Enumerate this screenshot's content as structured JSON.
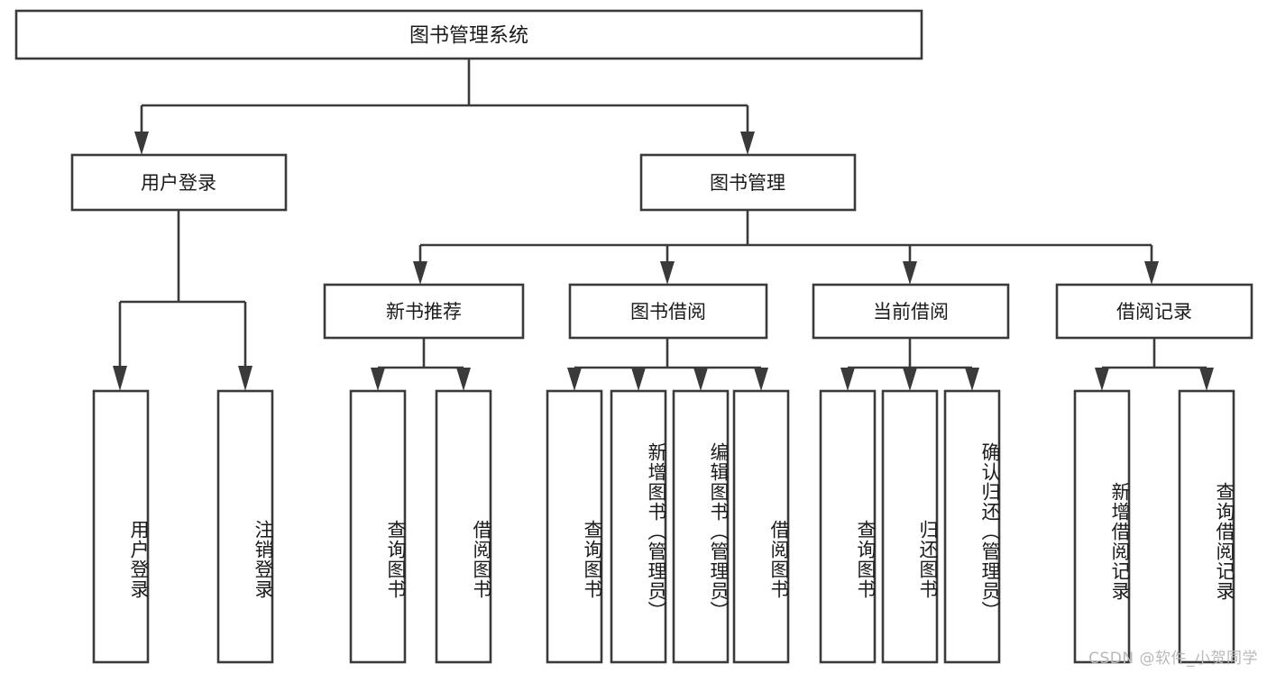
{
  "diagram": {
    "type": "tree-hierarchy-chart",
    "title": "图书管理系统",
    "root": {
      "id": "root",
      "label": "图书管理系统"
    },
    "level2": [
      {
        "id": "user-login",
        "label": "用户登录"
      },
      {
        "id": "book-management",
        "label": "图书管理"
      }
    ],
    "level3": [
      {
        "id": "new-book-recommend",
        "label": "新书推荐",
        "parent": "book-management"
      },
      {
        "id": "book-borrow",
        "label": "图书借阅",
        "parent": "book-management"
      },
      {
        "id": "current-borrow",
        "label": "当前借阅",
        "parent": "book-management"
      },
      {
        "id": "borrow-record",
        "label": "借阅记录",
        "parent": "book-management"
      }
    ],
    "leaves": {
      "user-login": [
        {
          "id": "leaf-user-login",
          "label": "用户登录"
        },
        {
          "id": "leaf-logout-login",
          "label": "注销登录"
        }
      ],
      "new-book-recommend": [
        {
          "id": "leaf-query-book-1",
          "label": "查询图书"
        },
        {
          "id": "leaf-borrow-book-1",
          "label": "借阅图书"
        }
      ],
      "book-borrow": [
        {
          "id": "leaf-query-book-2",
          "label": "查询图书"
        },
        {
          "id": "leaf-add-book",
          "label": "新增图书（管理员）"
        },
        {
          "id": "leaf-edit-book",
          "label": "编辑图书（管理员）"
        },
        {
          "id": "leaf-borrow-book-2",
          "label": "借阅图书"
        }
      ],
      "current-borrow": [
        {
          "id": "leaf-query-book-3",
          "label": "查询图书"
        },
        {
          "id": "leaf-return-book",
          "label": "归还图书"
        },
        {
          "id": "leaf-confirm-return",
          "label": "确认归还（管理员）"
        }
      ],
      "borrow-record": [
        {
          "id": "leaf-add-record",
          "label": "新增借阅记录"
        },
        {
          "id": "leaf-query-record",
          "label": "查询借阅记录"
        }
      ]
    }
  },
  "watermark": {
    "text": "CSDN @软件_小贺同学"
  },
  "colors": {
    "stroke": "#3a3a3a",
    "background": "#ffffff",
    "text": "#1a1a1a",
    "watermark": "#b9b9b9"
  }
}
